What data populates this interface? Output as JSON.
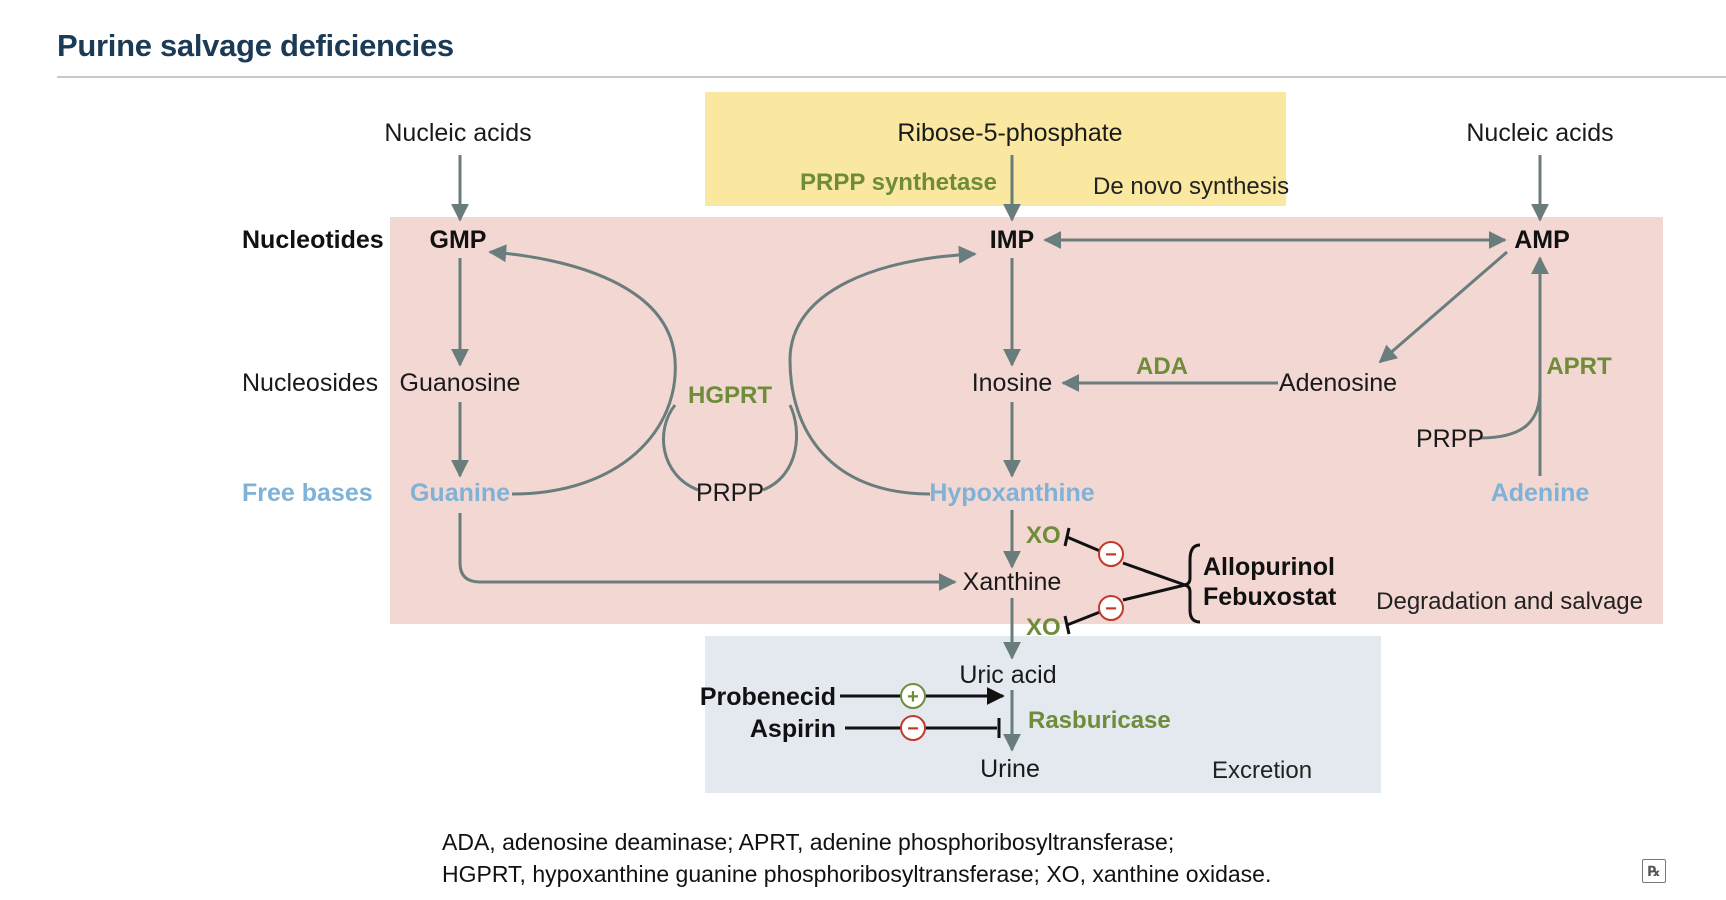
{
  "title": "Purine salvage deficiencies",
  "regions": {
    "de_novo": "De novo synthesis",
    "degradation": "Degradation and salvage",
    "excretion": "Excretion"
  },
  "rows": {
    "nucleotides": "Nucleotides",
    "nucleosides": "Nucleosides",
    "free_bases": "Free bases"
  },
  "nodes": {
    "nucleic_acids_left": "Nucleic acids",
    "nucleic_acids_right": "Nucleic acids",
    "ribose5p": "Ribose-5-phosphate",
    "gmp": "GMP",
    "imp": "IMP",
    "amp": "AMP",
    "guanosine": "Guanosine",
    "inosine": "Inosine",
    "adenosine": "Adenosine",
    "guanine": "Guanine",
    "prpp_center": "PRPP",
    "hypoxanthine": "Hypoxanthine",
    "prpp_right": "PRPP",
    "adenine": "Adenine",
    "xanthine": "Xanthine",
    "uric_acid": "Uric acid",
    "urine": "Urine"
  },
  "enzymes": {
    "prpp_synthetase": "PRPP synthetase",
    "hgprt": "HGPRT",
    "ada": "ADA",
    "aprt": "APRT",
    "xo1": "XO",
    "xo2": "XO",
    "rasburicase": "Rasburicase"
  },
  "drugs": {
    "allopurinol": "Allopurinol",
    "febuxostat": "Febuxostat",
    "probenecid": "Probenecid",
    "aspirin": "Aspirin"
  },
  "signs": {
    "minus": "−",
    "plus": "+"
  },
  "legend": {
    "line1": "ADA, adenosine deaminase; APRT, adenine phosphoribosyltransferase;",
    "line2": "HGPRT, hypoxanthine guanine phosphoribosyltransferase; XO, xanthine oxidase."
  },
  "logo": "℞",
  "colors": {
    "de_novo_fill": "#fae8a0",
    "degradation_fill": "#f3d7d3",
    "excretion_fill": "#e4e8ef",
    "enzyme": "#6e8c3a",
    "free_base": "#7fb2d6",
    "arrow": "#6a7d7d",
    "title": "#1b3a55",
    "inhibit": "#c0392b",
    "stimulate": "#6e8c3a"
  }
}
